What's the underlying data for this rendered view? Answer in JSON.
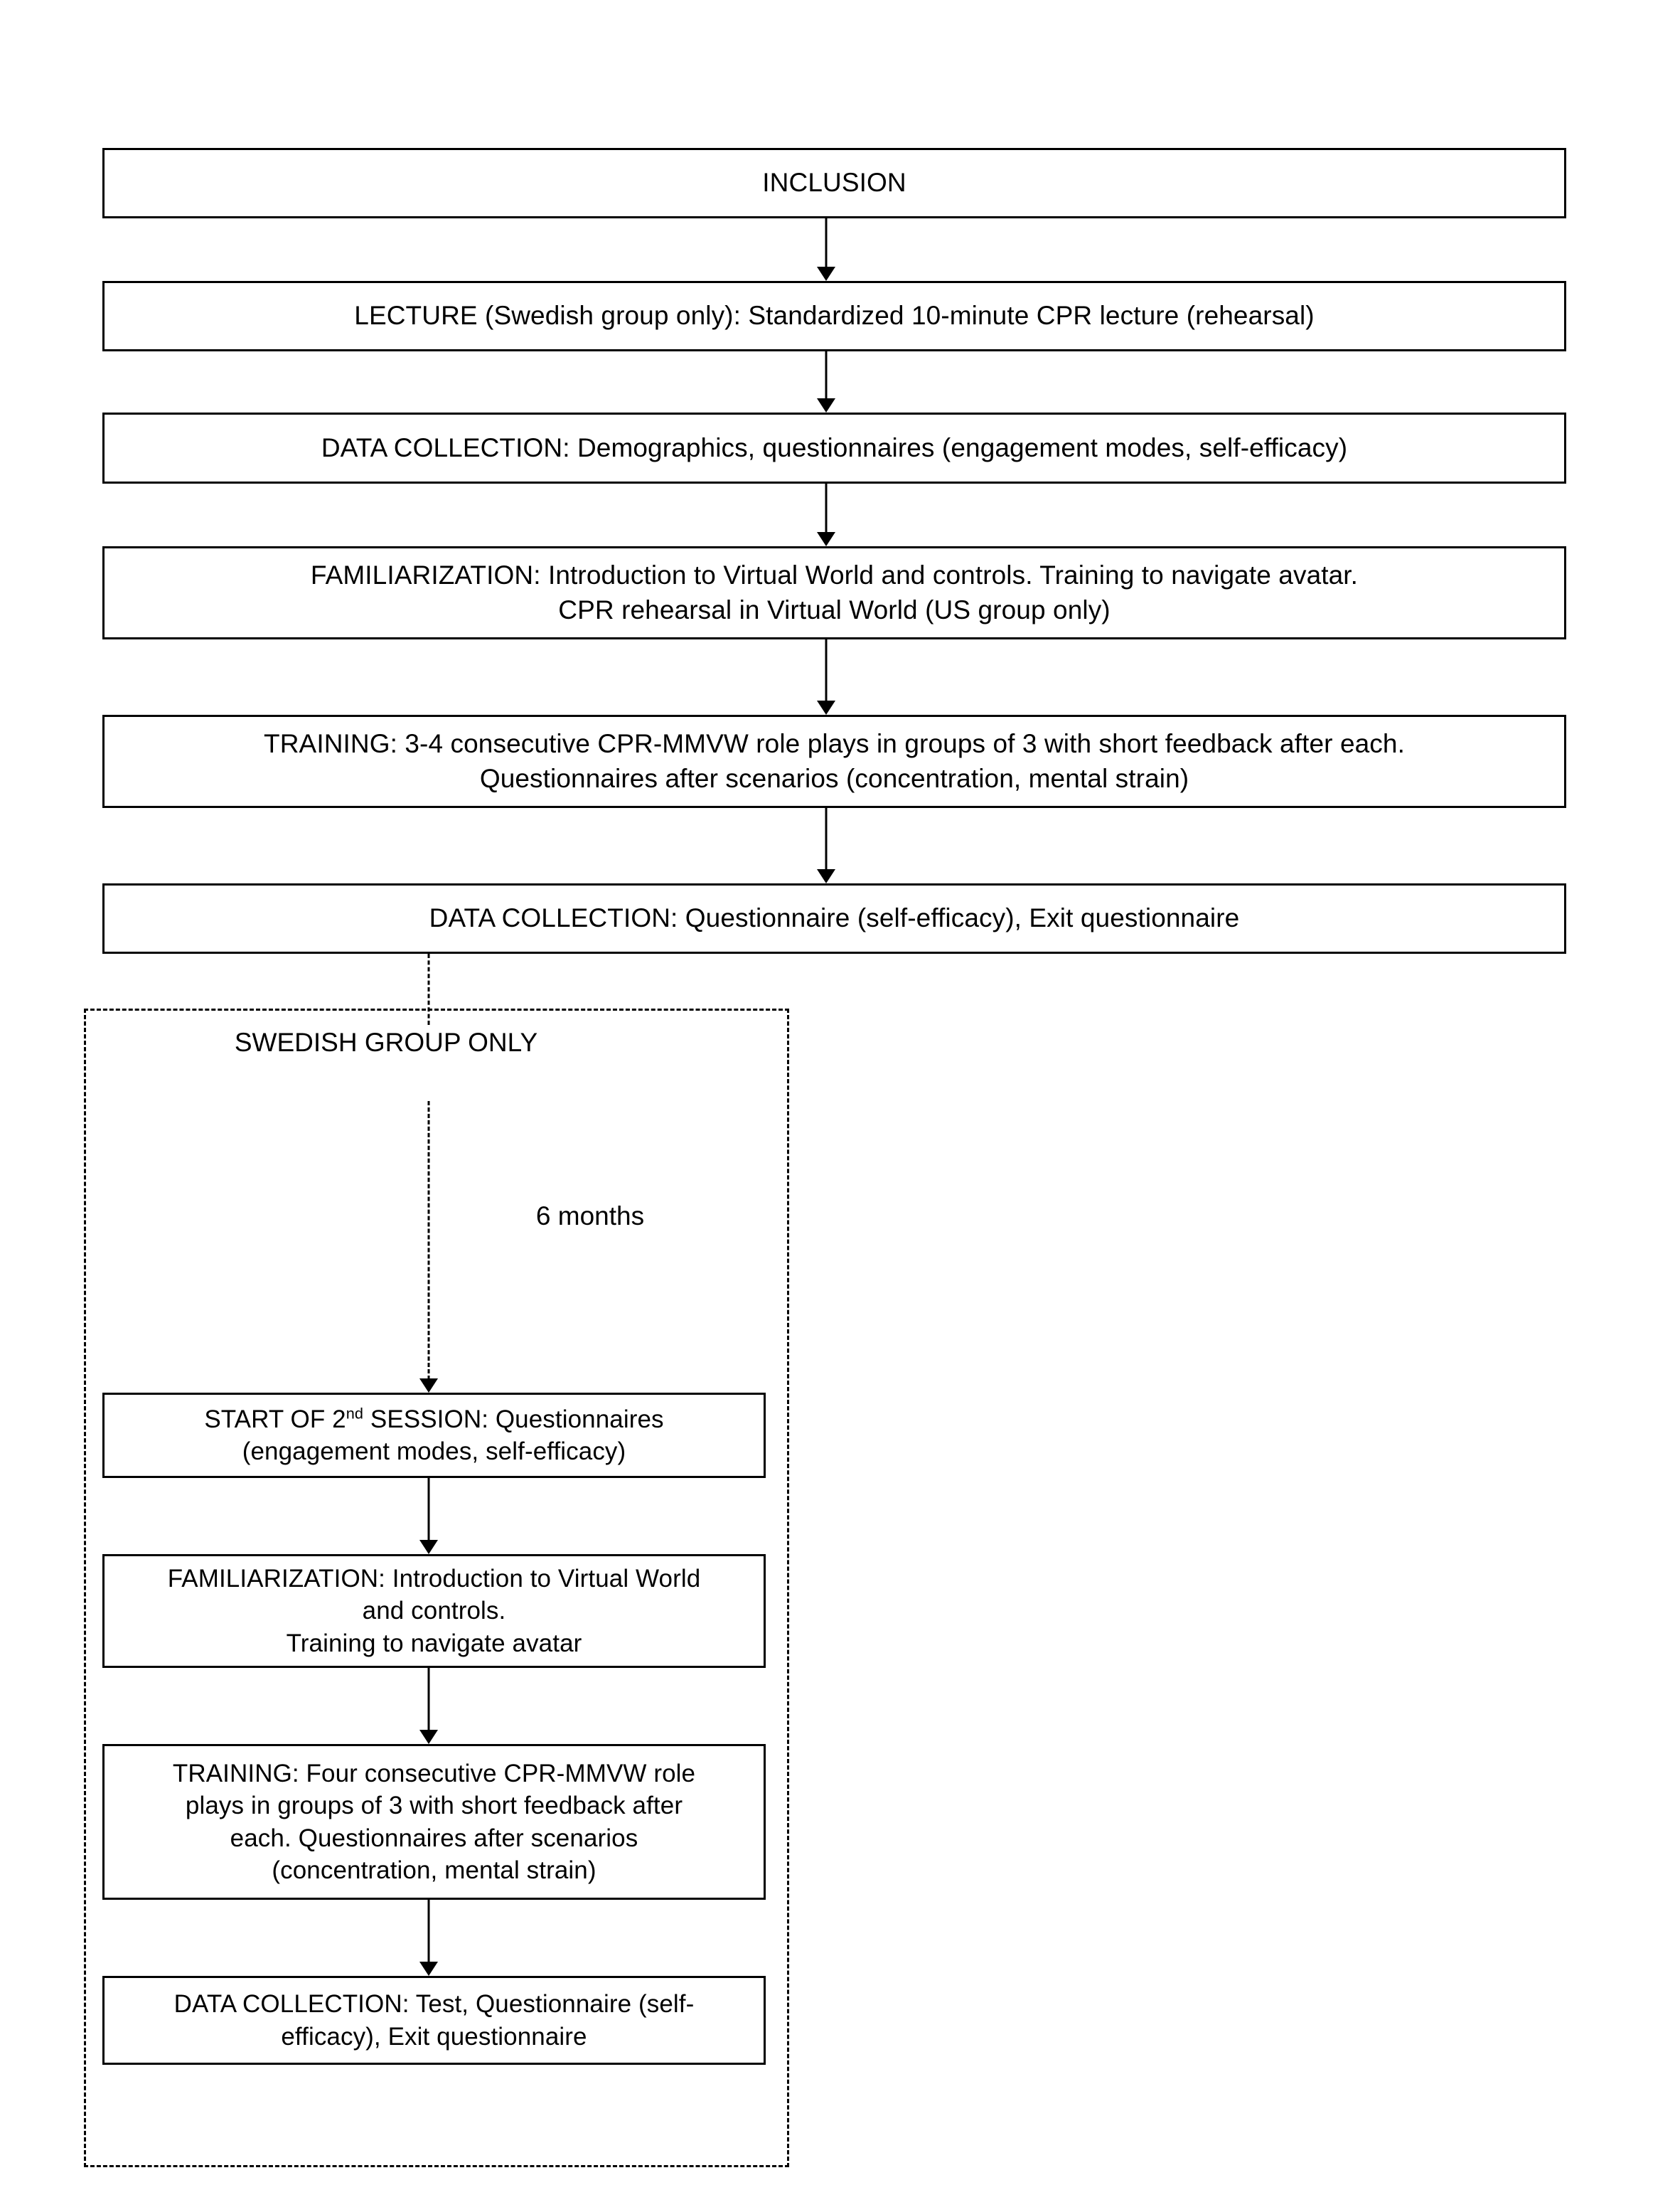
{
  "diagram": {
    "title": "CPR-MMVW study procedure flowchart",
    "background": "#ffffff",
    "line_color": "#000000"
  },
  "main_flow": {
    "boxes": [
      {
        "id": "inclusion",
        "label": "INCLUSION",
        "border": "solid"
      },
      {
        "id": "lecture",
        "label": "LECTURE (Swedish group only): Standardized 10-minute CPR lecture (rehearsal)",
        "border": "solid"
      },
      {
        "id": "data-collection-1",
        "label": "DATA COLLECTION: Demographics, questionnaires (engagement modes, self-efficacy)",
        "border": "solid"
      },
      {
        "id": "familiarization-1",
        "label": "FAMILIARIZATION: Introduction to Virtual World and controls. Training to navigate avatar.\nCPR rehearsal in Virtual World (US group only)",
        "border": "solid"
      },
      {
        "id": "training-1",
        "label": "TRAINING: 3-4 consecutive CPR-MMVW role plays in groups of 3 with short feedback after each.\nQuestionnaires after scenarios (concentration, mental strain)",
        "border": "solid"
      },
      {
        "id": "data-collection-2",
        "label": "DATA COLLECTION: Questionnaire (self-efficacy), Exit questionnaire",
        "border": "solid"
      }
    ],
    "connectors": [
      {
        "from": "inclusion",
        "to": "lecture",
        "style": "solid",
        "arrow": true
      },
      {
        "from": "lecture",
        "to": "data-collection-1",
        "style": "solid",
        "arrow": true
      },
      {
        "from": "data-collection-1",
        "to": "familiarization-1",
        "style": "solid",
        "arrow": true
      },
      {
        "from": "familiarization-1",
        "to": "training-1",
        "style": "solid",
        "arrow": true
      },
      {
        "from": "training-1",
        "to": "data-collection-2",
        "style": "solid",
        "arrow": true
      }
    ]
  },
  "swedish_group": {
    "container_label": "SWEDISH GROUP ONLY",
    "container_border": "dashed",
    "interval_label": "6 months",
    "boxes": [
      {
        "id": "second-session",
        "label_pre": "START OF 2",
        "label_sup": "nd",
        "label_post": " SESSION: Questionnaires\n(engagement modes, self-efficacy)",
        "border": "solid"
      },
      {
        "id": "familiarization-2",
        "label": "FAMILIARIZATION: Introduction to Virtual World\nand controls.\nTraining to navigate avatar",
        "border": "solid"
      },
      {
        "id": "training-2",
        "label": "TRAINING: Four consecutive CPR-MMVW role\nplays in groups of 3 with short feedback after\neach. Questionnaires after scenarios\n(concentration, mental strain)",
        "border": "solid"
      },
      {
        "id": "data-collection-3",
        "label": "DATA COLLECTION: Test, Questionnaire (self-\nefficacy), Exit questionnaire",
        "border": "solid"
      }
    ],
    "connectors": [
      {
        "from": "data-collection-2",
        "to": "second-session",
        "style": "dashed",
        "arrow": true
      },
      {
        "from": "second-session",
        "to": "familiarization-2",
        "style": "solid",
        "arrow": true
      },
      {
        "from": "familiarization-2",
        "to": "training-2",
        "style": "solid",
        "arrow": true
      },
      {
        "from": "training-2",
        "to": "data-collection-3",
        "style": "solid",
        "arrow": true
      }
    ]
  }
}
